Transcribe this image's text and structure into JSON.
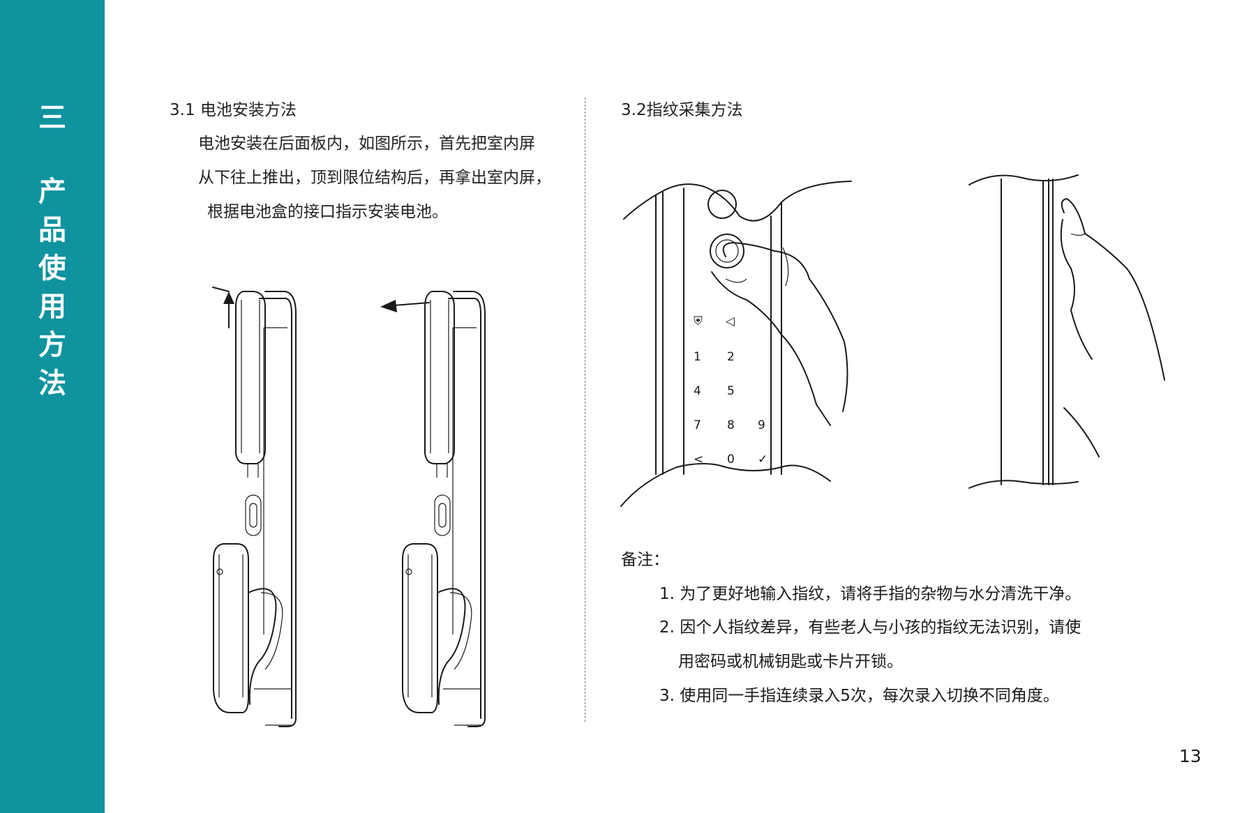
{
  "sidebar": {
    "chapter_number": "三",
    "chapter_title": [
      "产",
      "品",
      "使",
      "用",
      "方",
      "法"
    ]
  },
  "battery": {
    "title": "3.1 电池安装方法",
    "lines": [
      "电池安装在后面板内，如图所示，首先把室内屏",
      "从下往上推出，顶到限位结构后，再拿出室内屏，",
      "根据电池盒的接口指示安装电池。"
    ]
  },
  "fingerprint": {
    "title": "3.2指纹采集方法",
    "keypad": [
      "1",
      "2",
      "4",
      "5",
      "7",
      "8",
      "9",
      "<",
      "0",
      "✓"
    ]
  },
  "notes": {
    "title": "备注：",
    "items": [
      "1. 为了更好地输入指纹，请将手指的杂物与水分清洗干净。",
      "2. 因个人指纹差异，有些老人与小孩的指纹无法识别，请使",
      "用密码或机械钥匙或卡片开锁。",
      "3. 使用同一手指连续录入5次，每次录入切换不同角度。"
    ]
  },
  "page_number": "13"
}
